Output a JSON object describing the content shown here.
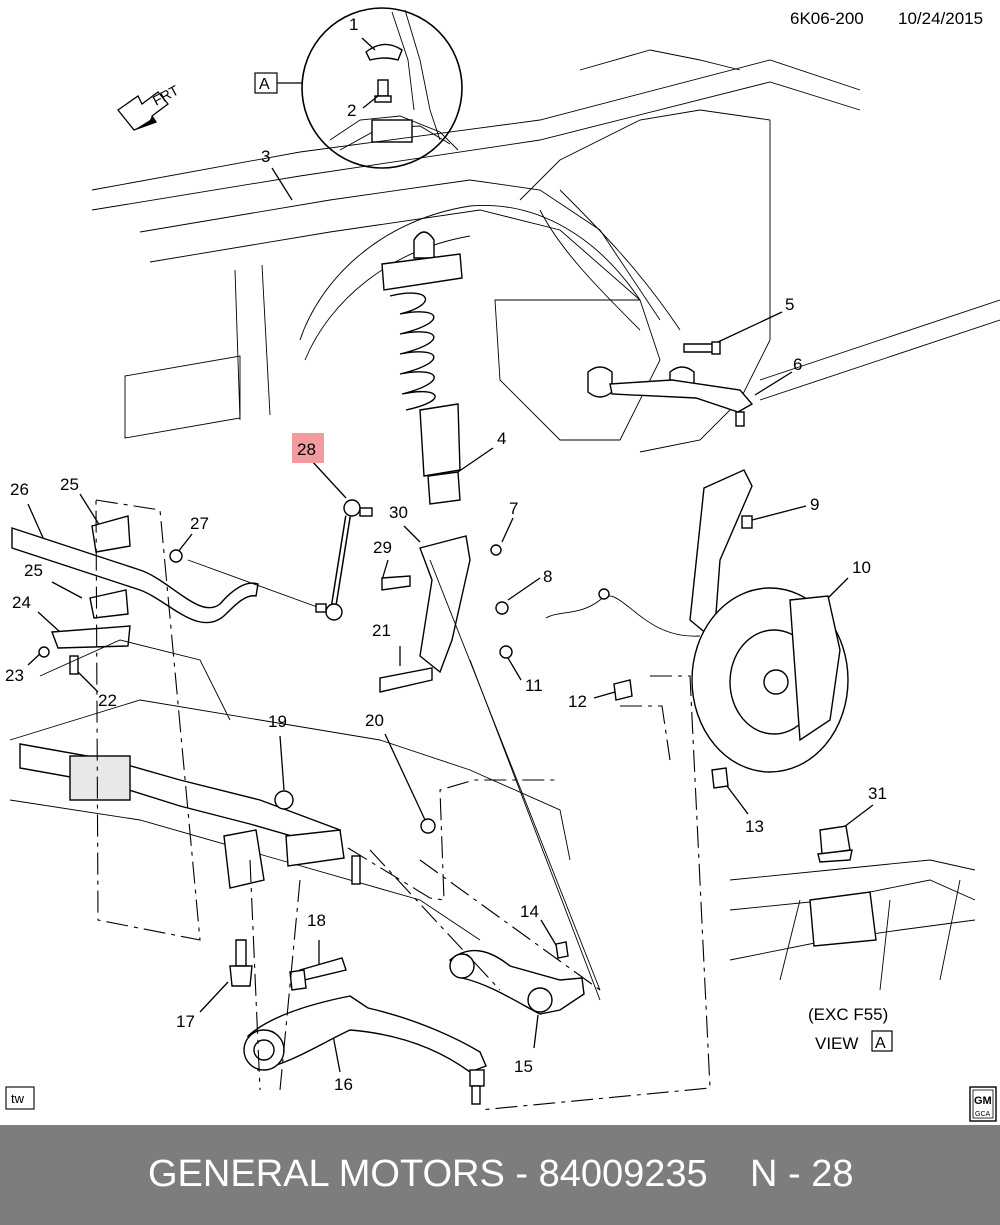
{
  "header": {
    "code": "6K06-200",
    "date": "10/24/2015"
  },
  "direction_label": "FRT",
  "view_tag": "A",
  "callouts": [
    "1",
    "2",
    "3",
    "4",
    "5",
    "6",
    "7",
    "8",
    "9",
    "10",
    "11",
    "12",
    "13",
    "14",
    "15",
    "16",
    "17",
    "18",
    "19",
    "20",
    "21",
    "22",
    "23",
    "24",
    "25",
    "25",
    "26",
    "27",
    "28",
    "29",
    "30",
    "31"
  ],
  "highlighted_callout": "28",
  "view_note": {
    "line1": "(EXC F55)",
    "line2_prefix": "VIEW",
    "line2_tag": "A"
  },
  "corner_left": "tw",
  "corner_right": {
    "line1": "GM",
    "line2": "GCA"
  },
  "footer": {
    "brand_text": "GENERAL MOTORS - 84009235",
    "page_text": "N - 28"
  },
  "colors": {
    "highlight": "#f29aa0",
    "footer_bg": "#7d7d7d",
    "footer_text": "#ffffff"
  }
}
